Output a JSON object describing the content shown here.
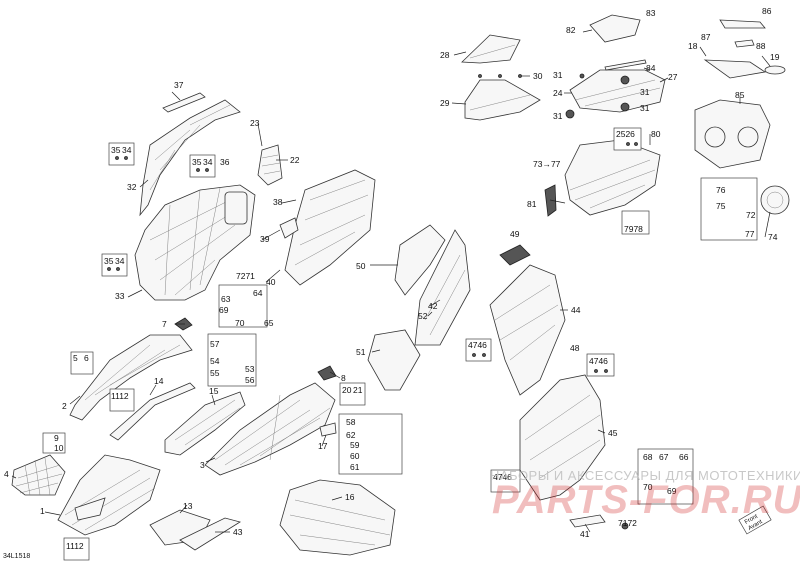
{
  "diagram": {
    "reference_code": "34L1518",
    "watermark": {
      "line1": "НАБОРЫ И АКСЕССУАРЫ ДЛЯ МОТОТЕХНИКИ",
      "line2": "PARTS-FOR.RU"
    },
    "front_badge": {
      "line1": "Front",
      "line2": "Avant"
    },
    "part_labels": [
      "1",
      "2",
      "3",
      "4",
      "5",
      "6",
      "7",
      "8",
      "9",
      "10",
      "11",
      "12",
      "13",
      "14",
      "15",
      "16",
      "17",
      "18",
      "19",
      "20",
      "21",
      "22",
      "23",
      "24",
      "25",
      "26",
      "27",
      "28",
      "29",
      "30",
      "31",
      "32",
      "33",
      "34",
      "35",
      "36",
      "37",
      "38",
      "39",
      "40",
      "41",
      "42",
      "43",
      "44",
      "45",
      "46",
      "47",
      "48",
      "49",
      "50",
      "51",
      "52",
      "53",
      "54",
      "55",
      "56",
      "57",
      "58",
      "59",
      "60",
      "61",
      "62",
      "63",
      "64",
      "65",
      "66",
      "67",
      "68",
      "69",
      "70",
      "71",
      "72",
      "73",
      "74",
      "75",
      "76",
      "77",
      "78",
      "79",
      "80",
      "81",
      "82",
      "83",
      "84",
      "85",
      "86",
      "87",
      "88"
    ],
    "combo_labels": {
      "c35": "35",
      "c34": "34",
      "c3536b": "35",
      "c34b": "34",
      "c35c": "35",
      "c34c": "34",
      "c1112": "1112",
      "c1112b": "1112",
      "c7271": "7271",
      "c4746": "4746",
      "c7172": "7172",
      "c7377": "73→77",
      "c2526": "2526",
      "c7978": "7978"
    }
  }
}
